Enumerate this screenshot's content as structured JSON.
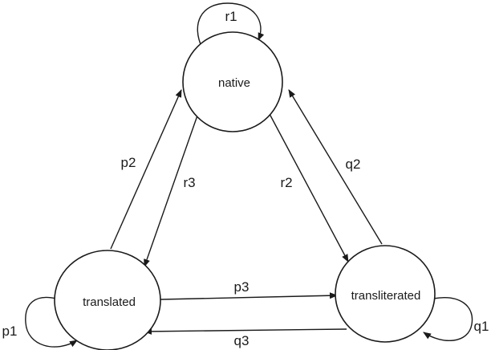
{
  "diagram": {
    "nodes": {
      "native": "native",
      "translated": "translated",
      "transliterated": "transliterated"
    },
    "edges": {
      "r1": "r1",
      "r2": "r2",
      "r3": "r3",
      "p1": "p1",
      "p2": "p2",
      "p3": "p3",
      "q1": "q1",
      "q2": "q2",
      "q3": "q3"
    }
  }
}
